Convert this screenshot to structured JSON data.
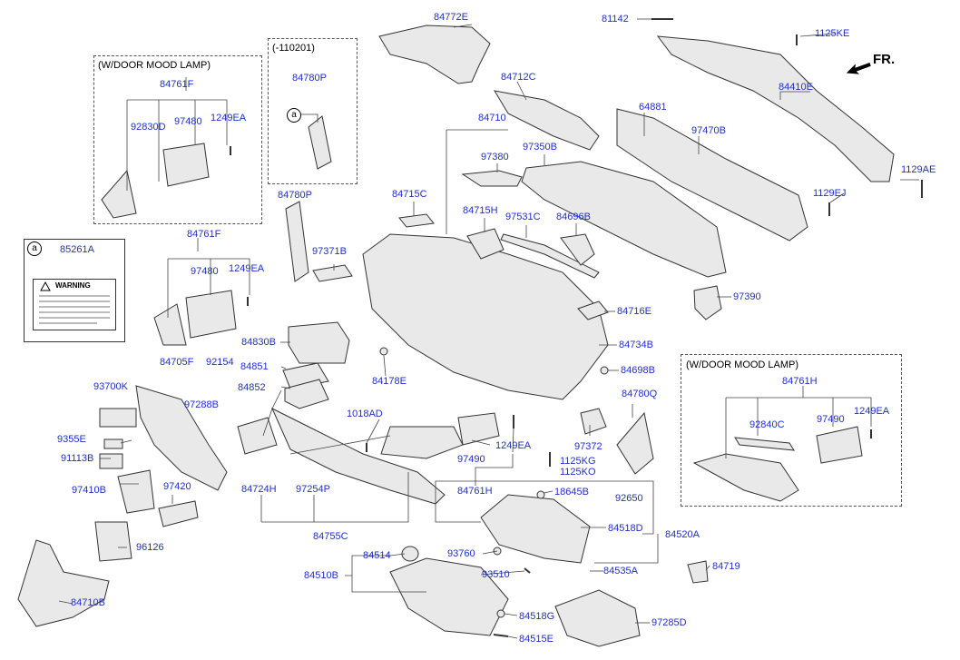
{
  "diagram": {
    "note_door_mood_lamp": "(W/DOOR MOOD LAMP)",
    "note_date": "(-110201)",
    "note_fr": "FR.",
    "ref_a": "a",
    "warning_label": "WARNING",
    "colors": {
      "label": "#1f2fd0",
      "line": "#333333",
      "part_fill": "#e8e8e8"
    },
    "labels": {
      "l84772E": "84772E",
      "l81142": "81142",
      "l1125KE": "1125KE",
      "l110201": "(-110201)",
      "l84780P_a": "84780P",
      "l84712C": "84712C",
      "l84410E": "84410E",
      "l84761F_a": "84761F",
      "l92830D": "92830D",
      "l97480_a": "97480",
      "l1249EA_a": "1249EA",
      "l84710": "84710",
      "l64881": "64881",
      "l97470B": "97470B",
      "l97380": "97380",
      "l97350B": "97350B",
      "l1129AE": "1129AE",
      "l1129EJ": "1129EJ",
      "l84780P_b": "84780P",
      "l84715C": "84715C",
      "l85261A": "85261A",
      "l84715H": "84715H",
      "l97531C": "97531C",
      "l84696B": "84696B",
      "l84761F_b": "84761F",
      "l97371B": "97371B",
      "l97480_b": "97480",
      "l1249EA_b": "1249EA",
      "l97390": "97390",
      "l84716E": "84716E",
      "l84830B": "84830B",
      "l84734B": "84734B",
      "l84705F": "84705F",
      "l92154": "92154",
      "l84851": "84851",
      "l84178E": "84178E",
      "l84698B": "84698B",
      "l93700K": "93700K",
      "l84852": "84852",
      "l97288B": "97288B",
      "l84780Q": "84780Q",
      "l84761H_a": "84761H",
      "l1018AD": "1018AD",
      "l92840C": "92840C",
      "l97490_a": "97490",
      "l1249EA_c": "1249EA",
      "l9355E": "9355E",
      "l97372": "97372",
      "l1249EA_d": "1249EA",
      "l91113B": "91113B",
      "l97490_b": "97490",
      "l1125KG": "1125KG",
      "l1125KO": "1125KO",
      "l97410B": "97410B",
      "l97420": "97420",
      "l84724H": "84724H",
      "l97254P": "97254P",
      "l84761H_b": "84761H",
      "l18645B": "18645B",
      "l92650": "92650",
      "l84755C": "84755C",
      "l84518D": "84518D",
      "l84520A": "84520A",
      "l96126": "96126",
      "l93760": "93760",
      "l84514": "84514",
      "l93510": "93510",
      "l84535A": "84535A",
      "l84719": "84719",
      "l84510B": "84510B",
      "l84710B": "84710B",
      "l84518G": "84518G",
      "l97285D": "97285D",
      "l84515E": "84515E"
    }
  }
}
